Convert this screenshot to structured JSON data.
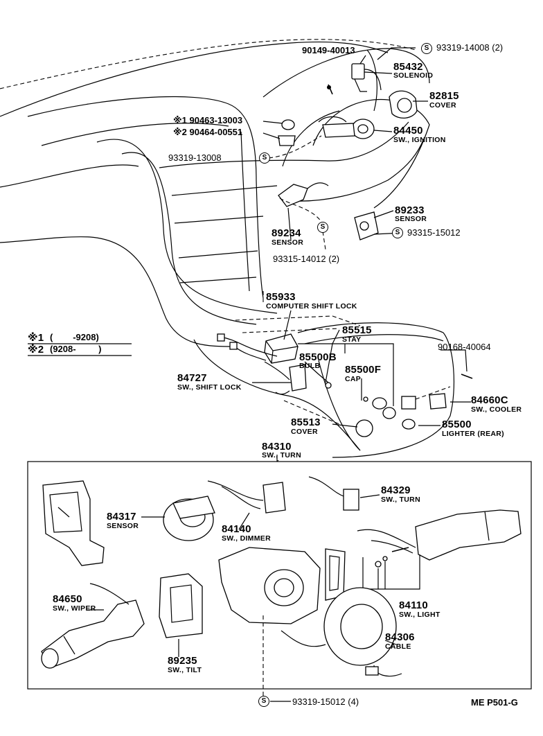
{
  "diagram_code": "ME P501-G",
  "legend": {
    "row1_mark": "※1",
    "row1_range": "(        -9208)",
    "row2_mark": "※2",
    "row2_range": "(9208-         )"
  },
  "upper_parts": [
    {
      "id": "p90149",
      "number": "90149-40013",
      "name": ""
    },
    {
      "id": "p85432",
      "number": "85432",
      "name": "SOLENOID"
    },
    {
      "id": "p82815",
      "number": "82815",
      "name": "COVER"
    },
    {
      "id": "p84450",
      "number": "84450",
      "name": "SW., IGNITION"
    },
    {
      "id": "p89233",
      "number": "89233",
      "name": "SENSOR"
    },
    {
      "id": "p89234",
      "number": "89234",
      "name": "SENSOR"
    },
    {
      "id": "p85933",
      "number": "85933",
      "name": "COMPUTER SHIFT LOCK"
    },
    {
      "id": "p85515",
      "number": "85515",
      "name": "STAY"
    },
    {
      "id": "p85500b",
      "number": "85500B",
      "name": "BULB"
    },
    {
      "id": "p85500f",
      "number": "85500F",
      "name": "CAP"
    },
    {
      "id": "p90168",
      "number": "90168-40064",
      "name": ""
    },
    {
      "id": "p84727",
      "number": "84727",
      "name": "SW., SHIFT LOCK"
    },
    {
      "id": "p84660c",
      "number": "84660C",
      "name": "SW., COOLER"
    },
    {
      "id": "p85513",
      "number": "85513",
      "name": "COVER"
    },
    {
      "id": "p85500",
      "number": "85500",
      "name": "LIGHTER (REAR)"
    },
    {
      "id": "p84310",
      "number": "84310",
      "name": "SW., TURN"
    }
  ],
  "variant_parts": {
    "row1": "※1 90463-13003",
    "row2": "※2 90464-00551"
  },
  "screws": {
    "s1": "93319-14008 (2)",
    "s2": "93319-13008",
    "s3": "93315-15012",
    "s4": "93315-14012 (2)",
    "s5": "93319-15012 (4)",
    "symbol": "S"
  },
  "lower_parts": [
    {
      "id": "p84317",
      "number": "84317",
      "name": "SENSOR"
    },
    {
      "id": "p84140",
      "number": "84140",
      "name": "SW., DIMMER"
    },
    {
      "id": "p84329",
      "number": "84329",
      "name": "SW., TURN"
    },
    {
      "id": "p84650",
      "number": "84650",
      "name": "SW., WIPER"
    },
    {
      "id": "p84110",
      "number": "84110",
      "name": "SW., LIGHT"
    },
    {
      "id": "p84306",
      "number": "84306",
      "name": "CABLE"
    },
    {
      "id": "p89235",
      "number": "89235",
      "name": "SW., TILT"
    }
  ]
}
